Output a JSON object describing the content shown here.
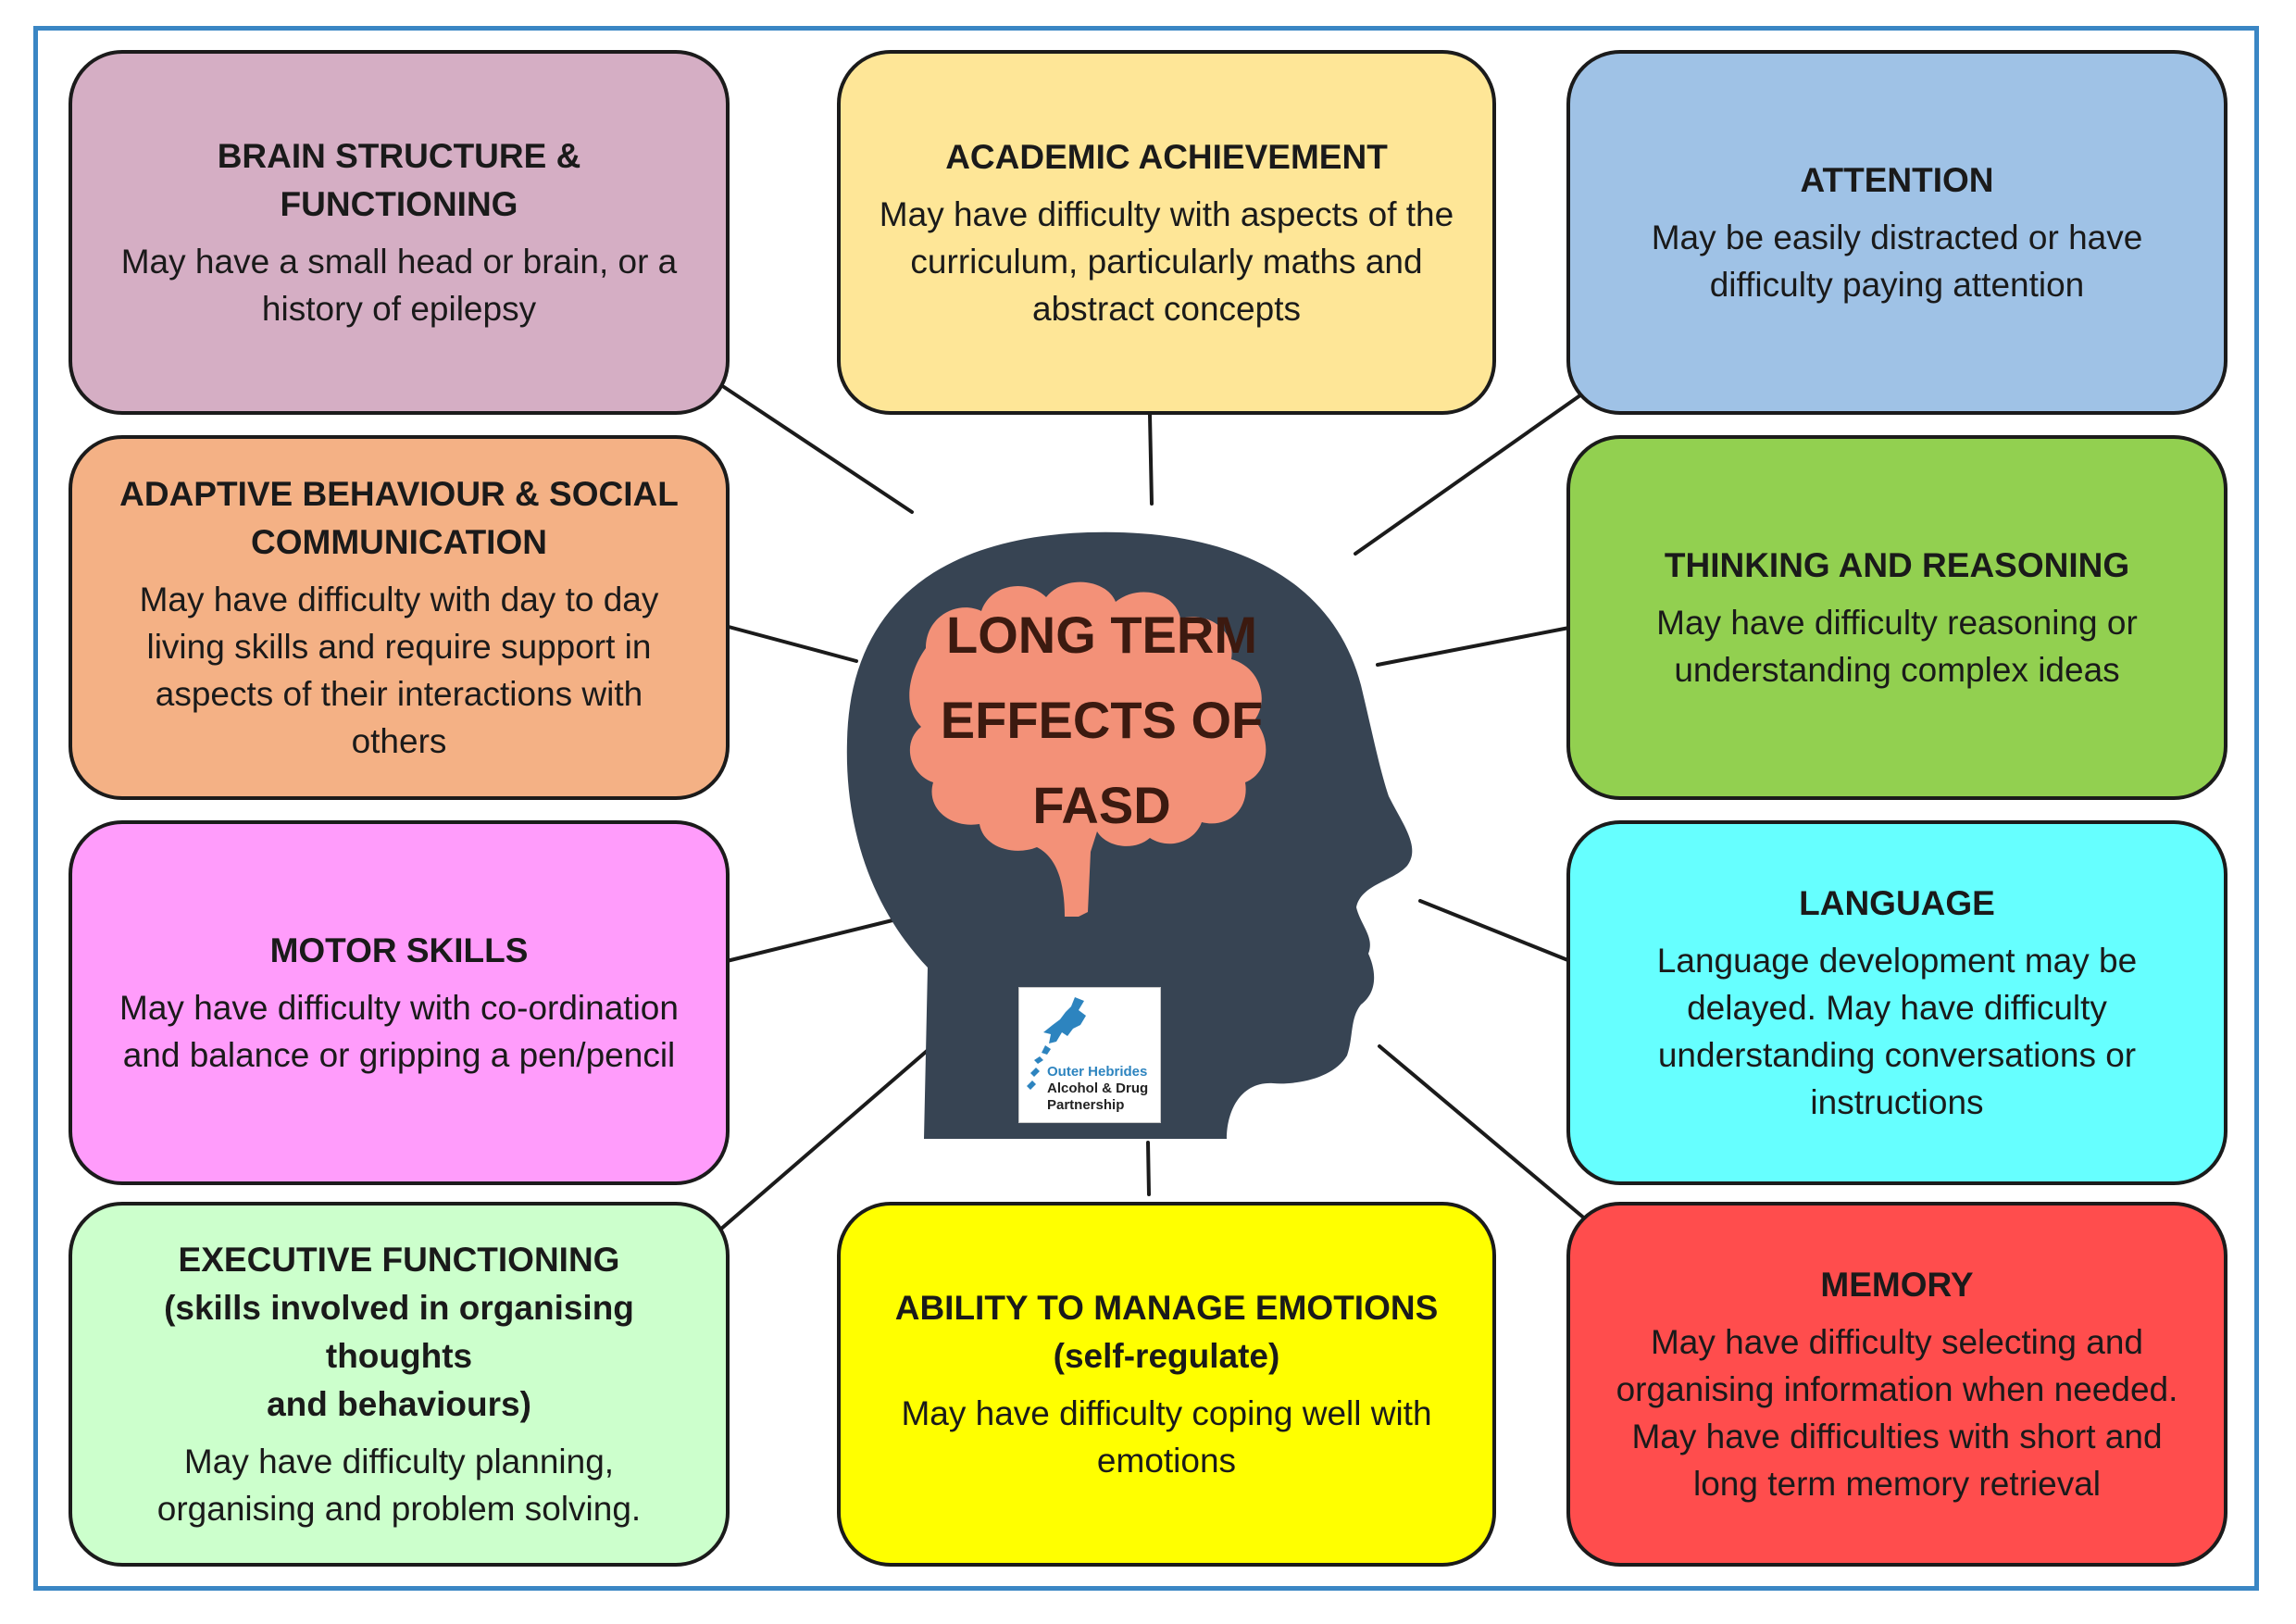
{
  "center": {
    "title": "LONG TERM\nEFFECTS OF\nFASD"
  },
  "logo": {
    "line1": "Outer Hebrides",
    "line2": "Alcohol & Drug",
    "line3": "Partnership"
  },
  "boxes": {
    "brain": {
      "title": "BRAIN STRUCTURE & FUNCTIONING",
      "desc": "May have a small head or brain, or a\nhistory of epilepsy",
      "color": "#d5aec4"
    },
    "academic": {
      "title": "ACADEMIC ACHIEVEMENT",
      "desc": "May have difficulty with aspects of the\ncurriculum, particularly maths and\nabstract concepts",
      "color": "#fee697"
    },
    "attention": {
      "title": "ATTENTION",
      "desc": "May be easily distracted or have\ndifficulty paying attention",
      "color": "#9fc2e6"
    },
    "adaptive": {
      "title": "ADAPTIVE BEHAVIOUR & SOCIAL\nCOMMUNICATION",
      "desc": "May have difficulty with day to day\nliving skills and require support in\naspects of their interactions with\nothers",
      "color": "#f4b185"
    },
    "thinking": {
      "title": "THINKING AND REASONING",
      "desc": "May have difficulty reasoning or\nunderstanding complex ideas",
      "color": "#92d050"
    },
    "motor": {
      "title": "MOTOR SKILLS",
      "desc": "May have difficulty with co-ordination\nand balance or gripping a pen/pencil",
      "color": "#ff9cfb"
    },
    "language": {
      "title": "LANGUAGE",
      "desc": "Language development may be\ndelayed.  May have difficulty\nunderstanding conversations or\ninstructions",
      "color": "#66ffff"
    },
    "executive": {
      "title": "EXECUTIVE FUNCTIONING\n(skills involved in organising thoughts\nand behaviours)",
      "desc": "May have difficulty planning,\norganising and problem solving.",
      "color": "#ccffcc"
    },
    "emotions": {
      "title": "ABILITY TO MANAGE EMOTIONS\n(self-regulate)",
      "desc": "May have difficulty coping well with\nemotions",
      "color": "#ffff00"
    },
    "memory": {
      "title": "MEMORY",
      "desc": "May have difficulty selecting and\norganising information when needed.\nMay have difficulties with short and\nlong term memory retrieval",
      "color": "#ff4d4d"
    }
  },
  "colors": {
    "head": "#374453",
    "brain": "#f39178",
    "frame": "#3a86c4"
  }
}
